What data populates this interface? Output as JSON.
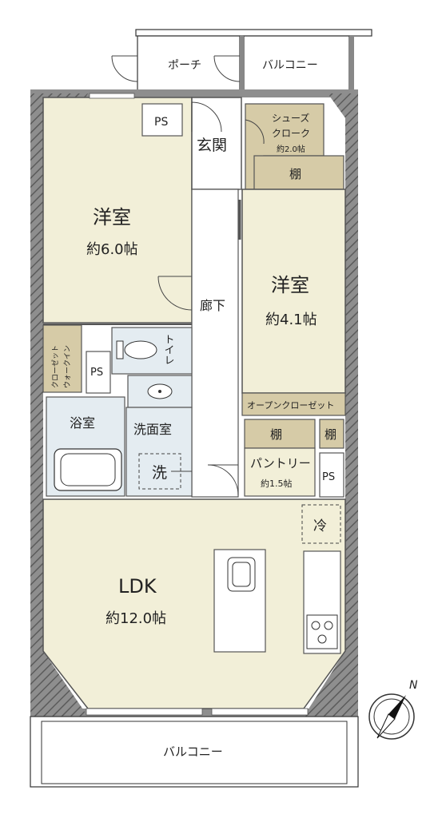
{
  "colors": {
    "wall": "#8a8a8a",
    "wall_hatch": "#5a5a5a",
    "room_fill": "#f2efd8",
    "storage_fill": "#d6cba7",
    "wet_fill": "#e4ecf1",
    "white": "#ffffff"
  },
  "rooms": {
    "porch": "ポーチ",
    "balcony_top": "バルコニー",
    "ps_top": "PS",
    "entrance": "玄関",
    "shoe_closet_line1": "シューズ",
    "shoe_closet_line2": "クローク",
    "shoe_closet_size": "約2.0帖",
    "shelf_entrance": "棚",
    "western_left": "洋室",
    "western_left_size": "約6.0帖",
    "hallway": "廊下",
    "western_right": "洋室",
    "western_right_size": "約4.1帖",
    "walkin_line1": "ウォークイン",
    "walkin_line2": "クローゼット",
    "ps_mid": "PS",
    "toilet": "トイレ",
    "bath": "浴室",
    "washroom": "洗面室",
    "washer": "洗",
    "open_closet": "オープンクローゼット",
    "shelf_a": "棚",
    "shelf_b": "棚",
    "pantry": "パントリー",
    "pantry_size": "約1.5帖",
    "ps_right": "PS",
    "fridge": "冷",
    "ldk": "LDK",
    "ldk_size": "約12.0帖",
    "balcony_bottom": "バルコニー"
  },
  "compass": {
    "label": "N"
  },
  "icons": [
    "compass-icon",
    "toilet-icon",
    "sink-icon",
    "bathtub-icon",
    "kitchen-sink-icon",
    "stove-icon"
  ]
}
